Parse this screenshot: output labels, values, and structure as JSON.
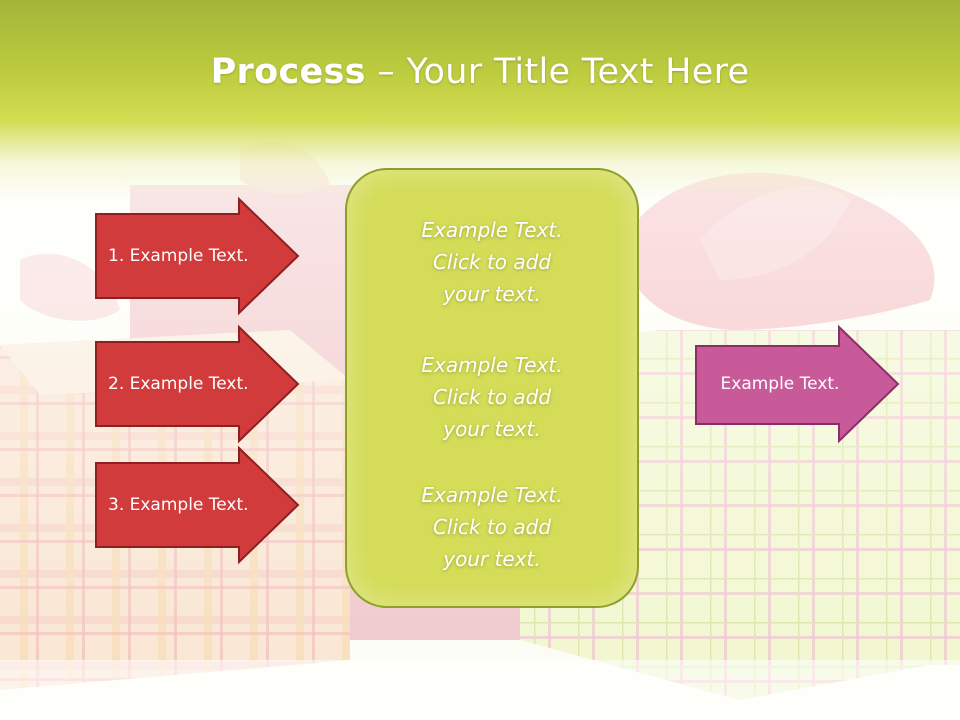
{
  "slide": {
    "title_bold": "Process",
    "title_rest": " – Your Title Text Here",
    "left_arrows": [
      {
        "label": "1. Example Text."
      },
      {
        "label": "2. Example Text."
      },
      {
        "label": "3. Example Text."
      }
    ],
    "panel_items": [
      {
        "line1": "Example Text.",
        "line2": "Click  to add",
        "line3": "your text."
      },
      {
        "line1": "Example Text.",
        "line2": "Click  to add",
        "line3": "your text."
      },
      {
        "line1": "Example Text.",
        "line2": "Click  to add",
        "line3": "your text."
      }
    ],
    "right_arrow": {
      "label": "Example Text."
    }
  },
  "colors": {
    "red_arrow": "#d23b3b",
    "red_arrow_border": "#8e1f1f",
    "pink_arrow": "#c95a99",
    "pink_arrow_border": "#8a2f66",
    "panel_fill": "#d4dc58",
    "title_band": "#bccb3e"
  },
  "background": {
    "image": "gift-boxes-photo"
  }
}
